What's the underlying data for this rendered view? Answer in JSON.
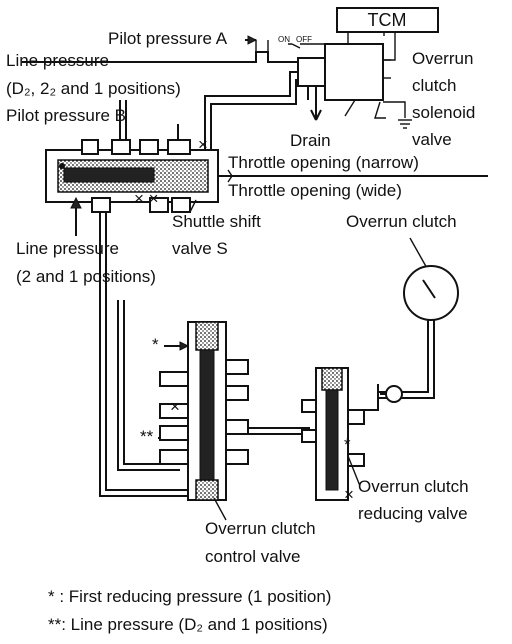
{
  "labels": {
    "pilot_a": "Pilot pressure A",
    "on": "ON",
    "off": "OFF",
    "tcm": "TCM",
    "line_pressure": "Line pressure",
    "line_pressure_positions": "(D₂, 2₂ and 1 positions)",
    "pilot_b": "Pilot pressure B",
    "solenoid_1": "Overrun",
    "solenoid_2": "clutch",
    "solenoid_3": "solenoid",
    "solenoid_4": "valve",
    "drain": "Drain",
    "throttle_narrow": "Throttle opening (narrow)",
    "throttle_wide": "Throttle opening (wide)",
    "shuttle_1": "Shuttle shift",
    "shuttle_2": "valve S",
    "overrun_clutch": "Overrun clutch",
    "line_pressure_2": "Line pressure",
    "line_pressure_2_positions": "(2 and 1 positions)",
    "reducing_1": "Overrun clutch",
    "reducing_2": "reducing valve",
    "control_1": "Overrun clutch",
    "control_2": "control valve",
    "legend_1": "* : First reducing pressure (1 position)",
    "legend_2": "**: Line pressure (D₂ and 1 positions)"
  },
  "marks": {
    "x": "×",
    "xx": "× ×",
    "star": "*",
    "dstar": "**"
  }
}
